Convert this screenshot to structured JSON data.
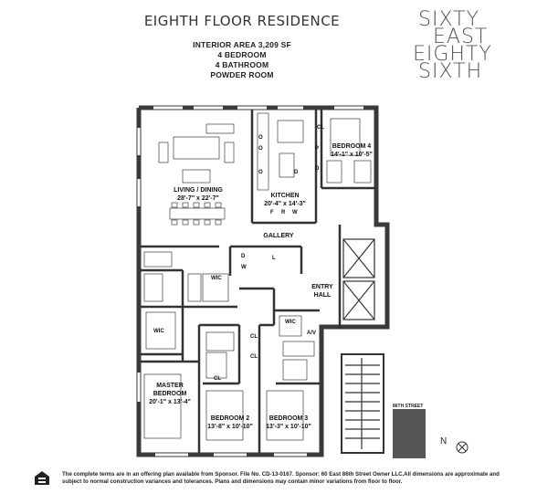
{
  "header": {
    "title": "EIGHTH FLOOR RESIDENCE",
    "lines": [
      "INTERIOR AREA 3,209 SF",
      "4 BEDROOM",
      "4 BATHROOM",
      "POWDER ROOM"
    ]
  },
  "brand": {
    "lines": [
      "SIXTY",
      "EAST",
      "EIGHTY",
      "SIXTH"
    ]
  },
  "rooms": {
    "living": {
      "name": "LIVING / DINING",
      "dim": "28'-7\" x 22'-7\""
    },
    "kitchen": {
      "name": "KITCHEN",
      "dim": "20'-4\" x 14'-3\""
    },
    "bedroom4": {
      "name": "BEDROOM 4",
      "dim": "14'-1\" x 10'-5\""
    },
    "gallery": {
      "name": "GALLERY"
    },
    "entry": {
      "name": "ENTRY HALL"
    },
    "master": {
      "name": "MASTER BEDROOM",
      "dim": "20'-1\" x 13'-4\""
    },
    "bedroom2": {
      "name": "BEDROOM 2",
      "dim": "13'-8\" x 10'-10\""
    },
    "bedroom3": {
      "name": "BEDROOM 3",
      "dim": "13'-3\" x 10'-10\""
    }
  },
  "labels": {
    "cl": "CL",
    "p": "P",
    "d": "D",
    "w": "W",
    "l": "L",
    "f": "F",
    "r": "R",
    "wic": "WIC",
    "av": "A/V",
    "o": "O"
  },
  "street": "86TH STREET",
  "compass": "N",
  "footer": "The complete terms are in an offering plan available from Sponsor. File No. CD-13-0167. Sponsor: 60 East 86th Street Owner LLC.All dimensions are approximate and subject to normal construction variances and tolerances. Plans and dimensions may contain minor variations from floor to floor."
}
